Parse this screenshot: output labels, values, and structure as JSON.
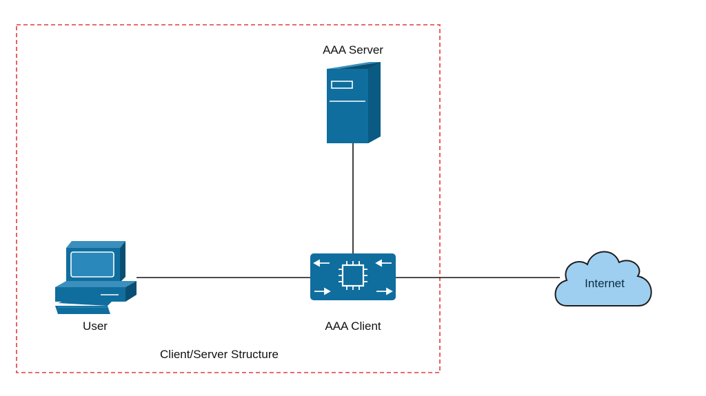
{
  "nodes": {
    "aaa_server": {
      "label": "AAA Server"
    },
    "aaa_client": {
      "label": "AAA Client"
    },
    "user": {
      "label": "User"
    },
    "internet": {
      "label": "Internet"
    }
  },
  "boundary": {
    "label": "Client/Server Structure"
  },
  "colors": {
    "device_blue": "#0f6e9e",
    "device_dark": "#0a4f73",
    "device_light": "#3a8fbd",
    "cloud_fill": "#9ecff0",
    "cloud_stroke": "#1c1c1c",
    "boundary_red": "#e0393e",
    "connector": "#111111"
  },
  "icons": {
    "aaa_server": "server-tower-icon",
    "aaa_client": "network-switch-chip-icon",
    "user": "desktop-computer-icon",
    "internet": "cloud-icon"
  }
}
